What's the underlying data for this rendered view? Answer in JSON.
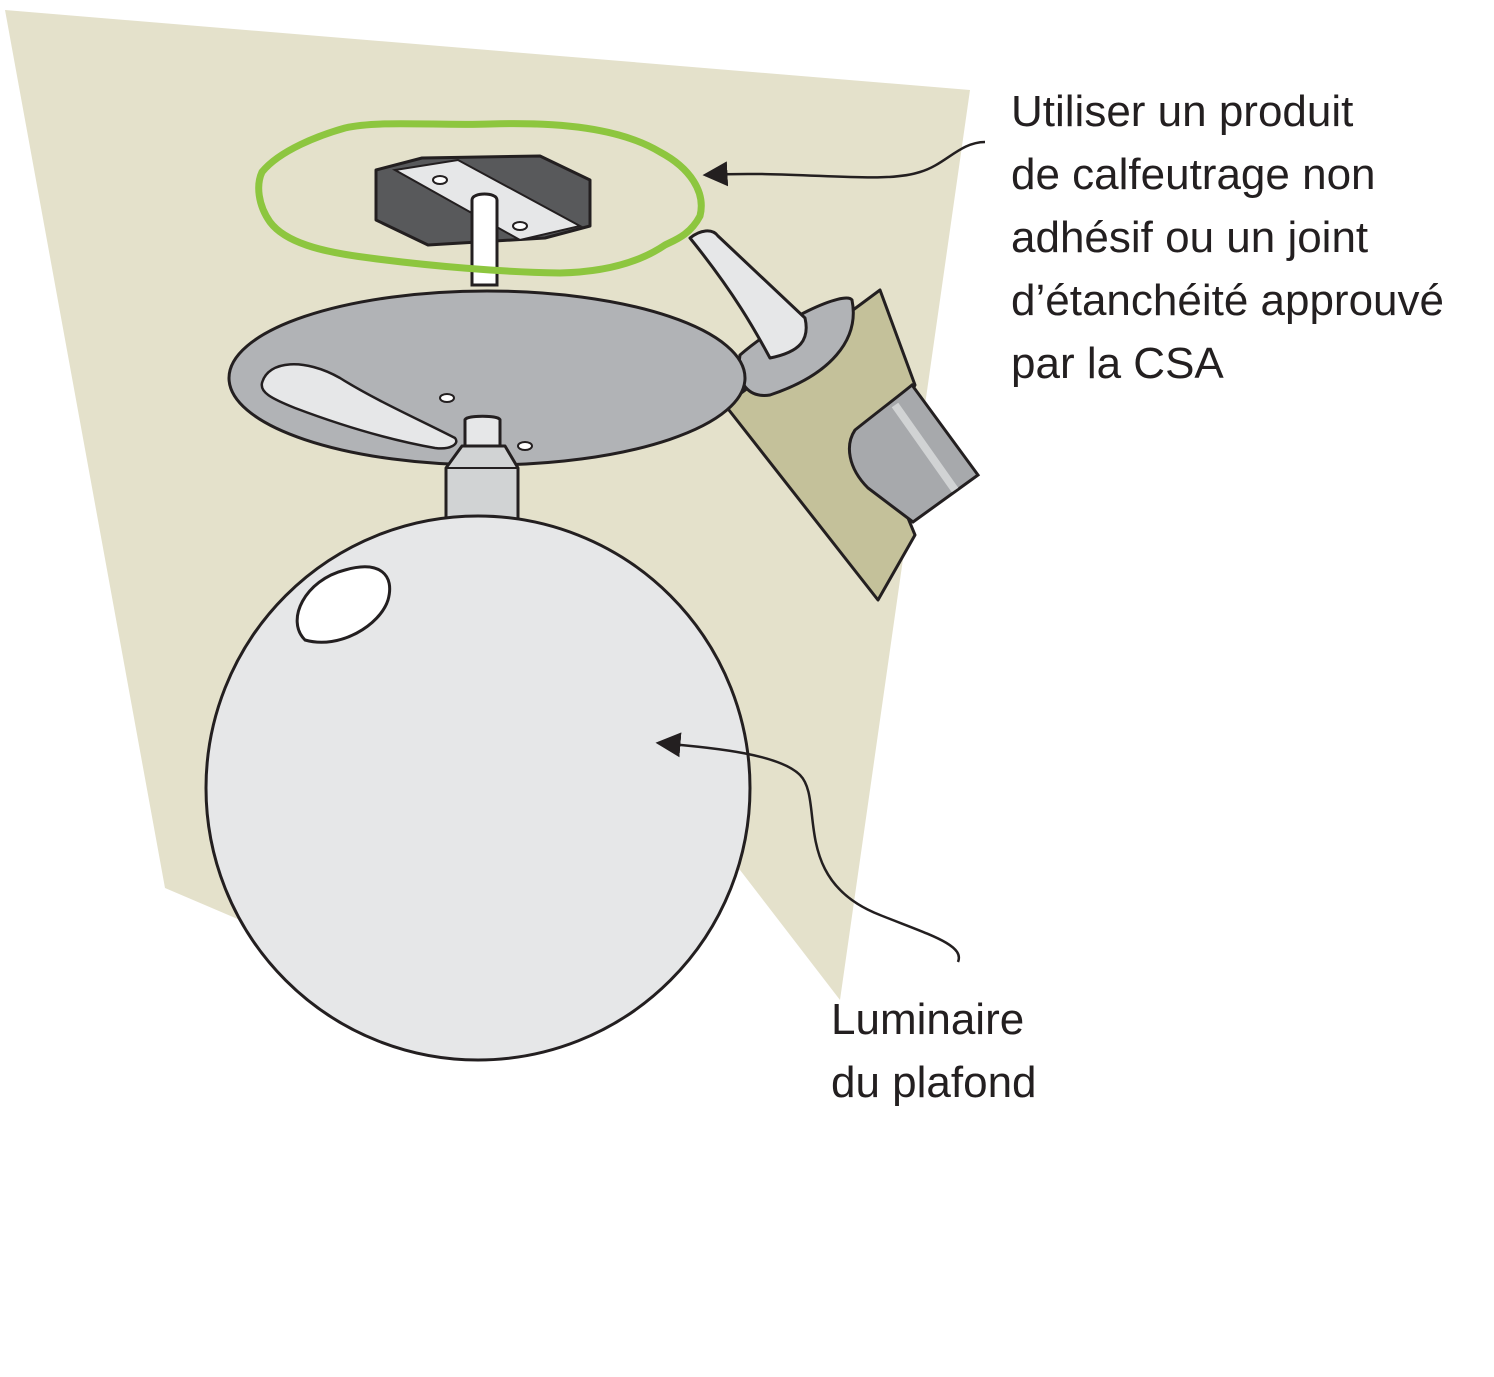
{
  "callouts": {
    "sealant": {
      "lines": [
        "Utiliser un produit",
        "de calfeutrage non",
        "adhésif ou un joint",
        "d’étanchéité approuvé",
        "par la CSA"
      ]
    },
    "fixture": {
      "lines": [
        "Luminaire",
        "du plafond"
      ]
    }
  },
  "colors": {
    "ceiling": "#e4e1cb",
    "outline": "#231f20",
    "seal_ring": "#8dc63f",
    "canopy": "#b1b3b6",
    "globe": "#e6e7e8",
    "electrical_box": "#58595b",
    "caulk_gun": "#c4c19a",
    "caulk_nozzle": "#a7a9ac"
  }
}
